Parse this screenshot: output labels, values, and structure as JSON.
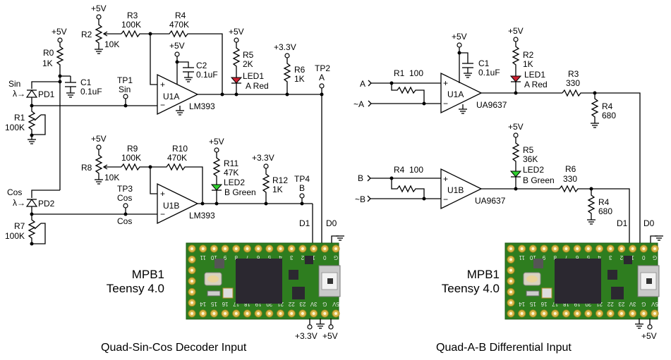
{
  "left": {
    "title": "Quad-Sin-Cos Decoder Input",
    "module": {
      "ref": "MPB1",
      "name": "Teensy 4.0"
    },
    "supplies": {
      "p5": "+5V",
      "p33": "+3.3V"
    },
    "channel_a": {
      "input_label": "Sin",
      "photodiode": "PD1",
      "r0": {
        "ref": "R0",
        "value": "1K"
      },
      "r1": {
        "ref": "R1",
        "value": "100K"
      },
      "c1": {
        "ref": "C1",
        "value": "0.1uF"
      },
      "r2": {
        "ref": "R2",
        "value": "10K"
      },
      "r3": {
        "ref": "R3",
        "value": "100K"
      },
      "r4": {
        "ref": "R4",
        "value": "470K"
      },
      "c2": {
        "ref": "C2",
        "value": "0.1uF"
      },
      "r5": {
        "ref": "R5",
        "value": "2K"
      },
      "led": {
        "ref": "LED1",
        "label": "A Red",
        "color": "#cc1f2f"
      },
      "r6": {
        "ref": "R6",
        "value": "1K"
      },
      "tp_in": {
        "ref": "TP1",
        "label": "Sin"
      },
      "tp_out": {
        "ref": "TP2",
        "label": "A"
      },
      "opamp": {
        "ref": "U1A",
        "part": "LM393"
      },
      "pin": "D0"
    },
    "channel_b": {
      "input_label": "Cos",
      "photodiode": "PD2",
      "r7": {
        "ref": "R7",
        "value": "100K"
      },
      "r8": {
        "ref": "R8",
        "value": "10K"
      },
      "r9": {
        "ref": "R9",
        "value": "100K"
      },
      "r10": {
        "ref": "R10",
        "value": "470K"
      },
      "r11": {
        "ref": "R11",
        "value": "47K"
      },
      "led": {
        "ref": "LED2",
        "label": "B Green",
        "color": "#2fcf2f"
      },
      "r12": {
        "ref": "R12",
        "value": "1K"
      },
      "tp_in": {
        "ref": "TP3",
        "label": "Cos"
      },
      "node_label": "Cos",
      "tp_out": {
        "ref": "TP4",
        "label": "B"
      },
      "opamp": {
        "ref": "U1B",
        "part": "LM393"
      },
      "pin": "D1"
    }
  },
  "right": {
    "title": "Quad-A-B Differential Input",
    "module": {
      "ref": "MPB1",
      "name": "Teensy 4.0"
    },
    "supplies": {
      "p5": "+5V"
    },
    "channel_a": {
      "in_p": "A",
      "in_n": "~A",
      "r_term": {
        "ref": "R1",
        "value": "100"
      },
      "c1": {
        "ref": "C1",
        "value": "0.1uF"
      },
      "r_led": {
        "ref": "R2",
        "value": "1K"
      },
      "led": {
        "ref": "LED1",
        "label": "A Red",
        "color": "#cc1f2f"
      },
      "r_series": {
        "ref": "R3",
        "value": "330"
      },
      "r_shunt": {
        "ref": "R4",
        "value": "680"
      },
      "opamp": {
        "ref": "U1A",
        "part": "UA9637"
      },
      "pin": "D0"
    },
    "channel_b": {
      "in_p": "B",
      "in_n": "~B",
      "r_term": {
        "ref": "R4",
        "value": "100"
      },
      "r_led": {
        "ref": "R5",
        "value": "36K"
      },
      "led": {
        "ref": "LED2",
        "label": "B Green",
        "color": "#2fcf2f"
      },
      "r_series": {
        "ref": "R6",
        "value": "330"
      },
      "r_shunt": {
        "ref": "R4",
        "value": "680"
      },
      "opamp": {
        "ref": "U1B",
        "part": "UA9637"
      },
      "pin": "D1"
    }
  },
  "teensy_pins": {
    "top": [
      "G",
      "0",
      "1",
      "2",
      "3",
      "4",
      "5",
      "6",
      "7",
      "8",
      "9",
      "10",
      "11"
    ],
    "bottom": [
      "14",
      "15",
      "16",
      "17",
      "18",
      "19",
      "20",
      "21",
      "22",
      "23",
      "3V",
      "G",
      "5V"
    ]
  }
}
